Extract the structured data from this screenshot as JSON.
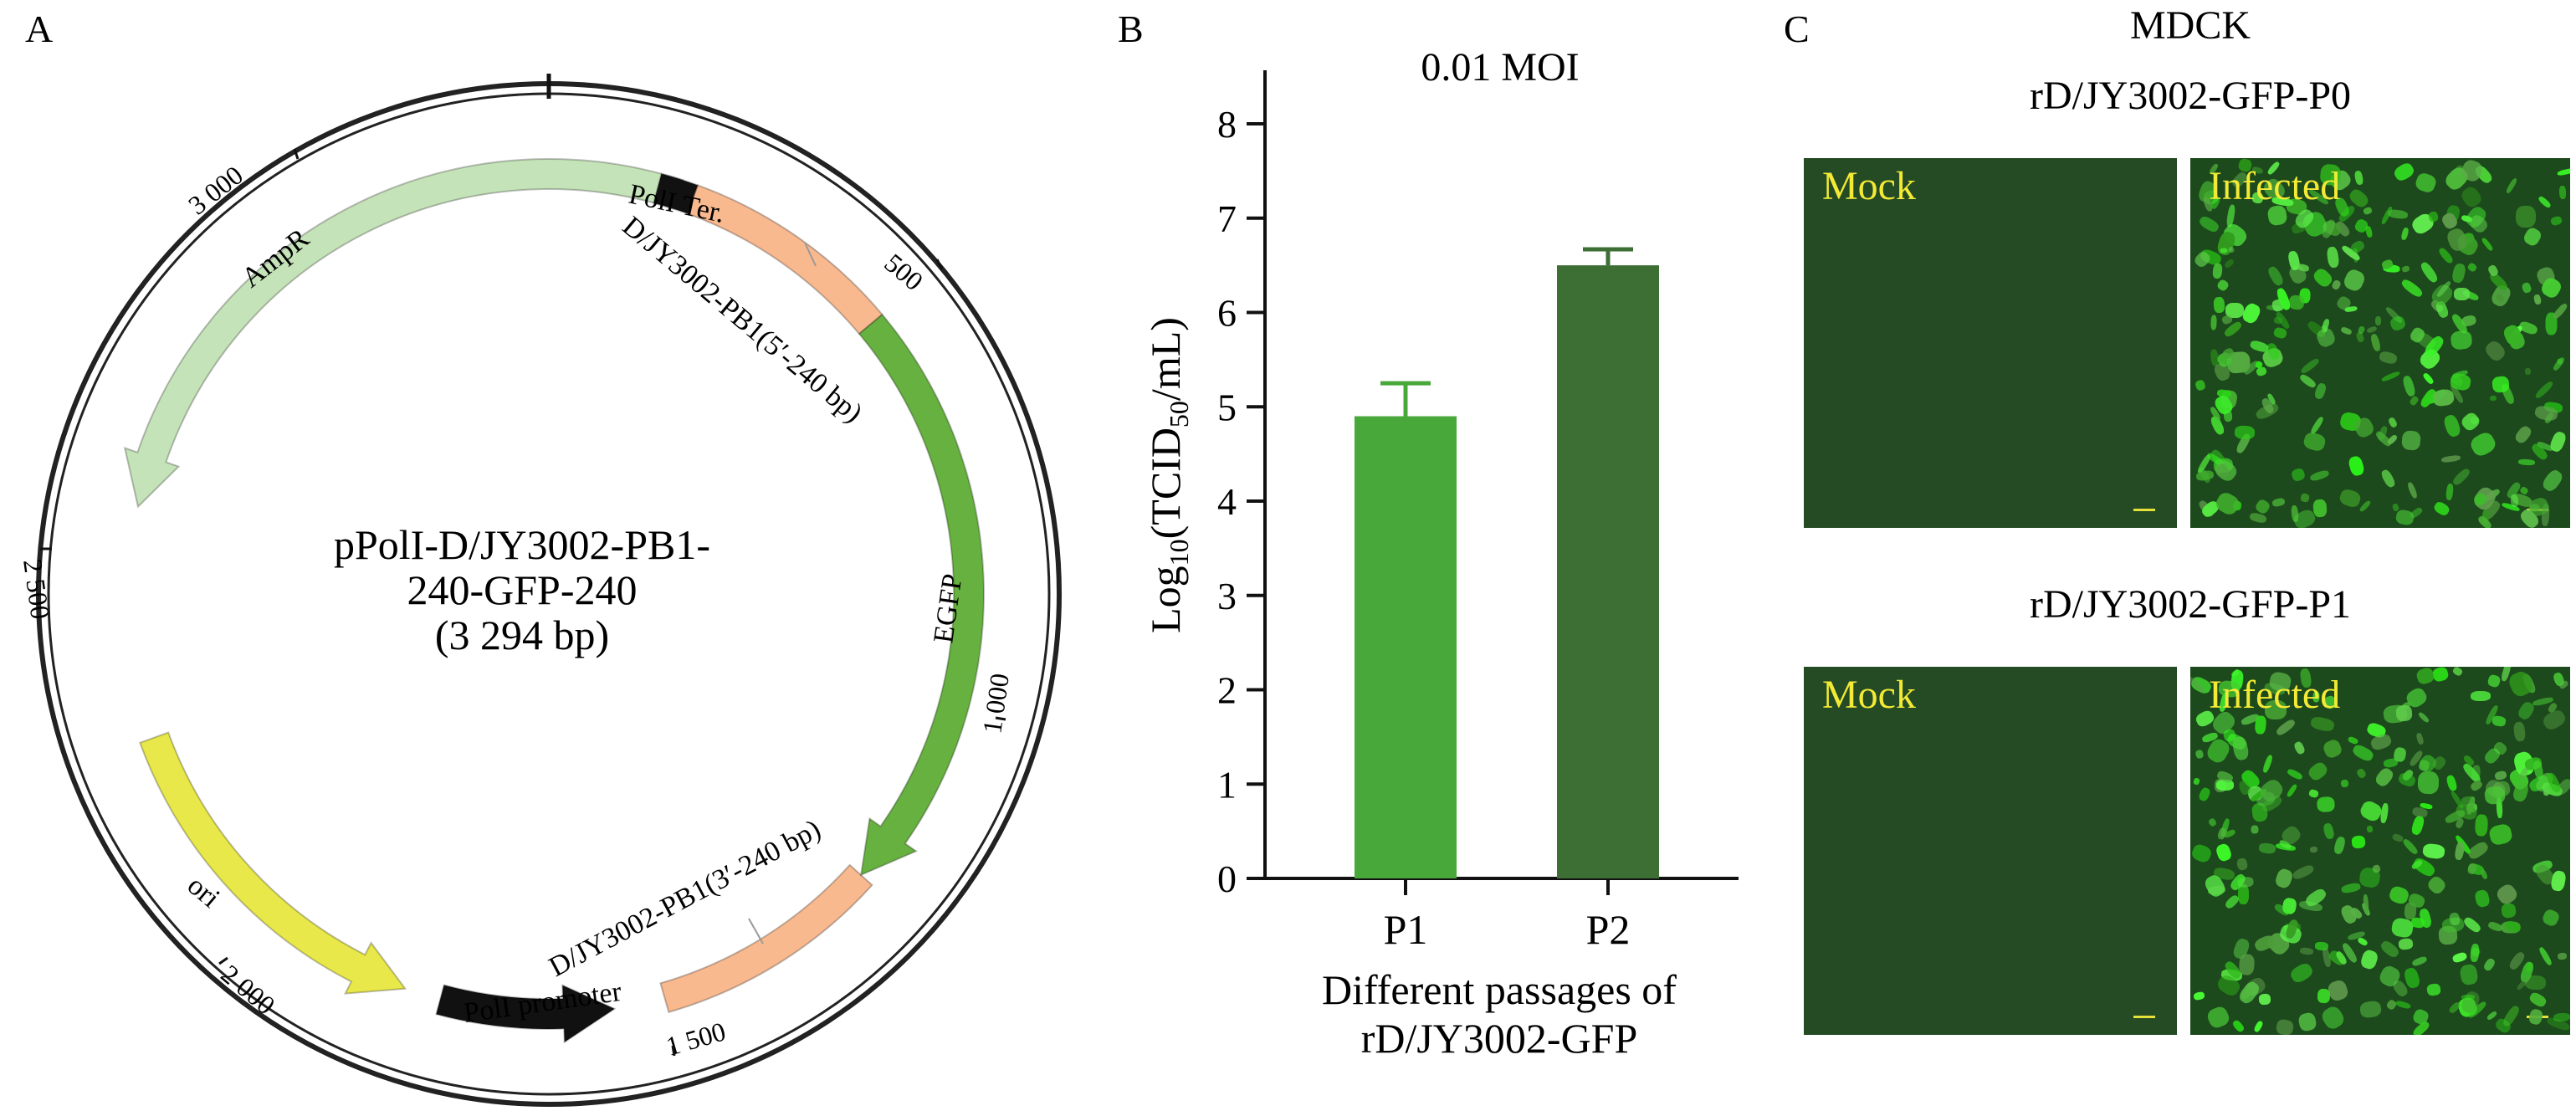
{
  "panel_letters": {
    "a": "A",
    "b": "B",
    "c": "C"
  },
  "plasmid": {
    "name_line1": "pPolI-D/JY3002-PB1-",
    "name_line2": "240-GFP-240",
    "name_line3": "(3 294 bp)",
    "features": {
      "ampr": "AmpR",
      "ori": "ori",
      "egfp": "EGFP",
      "polI_ter": "PolI Ter.",
      "pb1_5": "D/JY3002-PB1(5′-240 bp)",
      "pb1_3": "D/JY3002-PB1(3′-240 bp)",
      "polI_promoter": "PolI promoter"
    },
    "ticks": {
      "t500": "500",
      "t1000": "1 000",
      "t1500": "1 500",
      "t2000": "2 000",
      "t2500": "2 500",
      "t3000": "3 000"
    },
    "colors": {
      "ampr": "#c5e3b8",
      "ori": "#e8e84a",
      "egfp": "#66b13f",
      "pb1": "#f9b98f",
      "black": "#111111"
    }
  },
  "chart_data": {
    "type": "bar",
    "title": "0.01 MOI",
    "categories": [
      "P1",
      "P2"
    ],
    "values": [
      4.9,
      6.5
    ],
    "errors": [
      0.35,
      0.17
    ],
    "colors": [
      "#48a83a",
      "#3d6f35"
    ],
    "ylabel_main": "Log",
    "ylabel_sub": "10",
    "ylabel_mid": "(TCID",
    "ylabel_sub2": "50",
    "ylabel_end": "/mL)",
    "xlabel_line1": "Different passages of",
    "xlabel_line2": "rD/JY3002-GFP",
    "ylim": [
      0,
      8
    ],
    "yticks": [
      "0",
      "1",
      "2",
      "3",
      "4",
      "5",
      "6",
      "7",
      "8"
    ]
  },
  "micrographs": {
    "title": "MDCK",
    "row1_title": "rD/JY3002-GFP-P0",
    "row2_title": "rD/JY3002-GFP-P1",
    "mock_label": "Mock",
    "infected_label": "Infected"
  }
}
